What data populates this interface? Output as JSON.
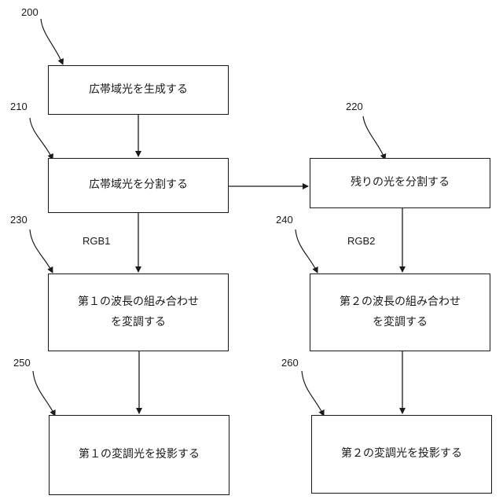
{
  "diagram": {
    "steps": {
      "s200": {
        "ref": "200",
        "text": "広帯域光を生成する"
      },
      "s210": {
        "ref": "210",
        "text": "広帯域光を分割する"
      },
      "s220": {
        "ref": "220",
        "text": "残りの光を分割する"
      },
      "s230": {
        "ref": "230",
        "text": "第１の波長の組み合わせ\nを変調する"
      },
      "s240": {
        "ref": "240",
        "text": "第２の波長の組み合わせ\nを変調する"
      },
      "s250": {
        "ref": "250",
        "text": "第１の変調光を投影する"
      },
      "s260": {
        "ref": "260",
        "text": "第２の変調光を投影する"
      }
    },
    "edge_labels": {
      "rgb1": "RGB1",
      "rgb2": "RGB2"
    }
  }
}
